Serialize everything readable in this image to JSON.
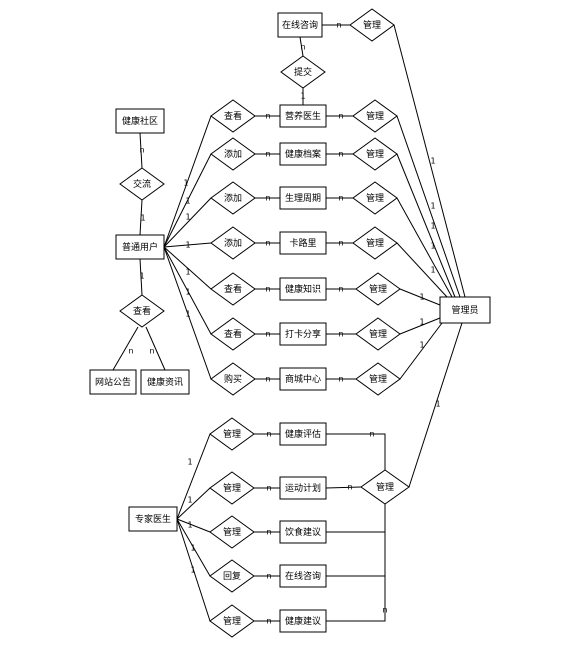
{
  "entities": {
    "online_consult_top": "在线咨询",
    "health_community": "健康社区",
    "nutritionist": "营养医生",
    "health_record": "健康档案",
    "physiological_cycle": "生理周期",
    "calorie": "卡路里",
    "health_knowledge": "健康知识",
    "checkin_share": "打卡分享",
    "mall_center": "商城中心",
    "normal_user": "普通用户",
    "administrator": "管理员",
    "site_notice": "网站公告",
    "health_info": "健康资讯",
    "health_assessment": "健康评估",
    "exercise_plan": "运动计划",
    "diet_advice": "饮食建议",
    "online_consult_bottom": "在线咨询",
    "health_advice": "健康建议",
    "expert_doctor": "专家医生"
  },
  "relations": {
    "manage": "管理",
    "submit": "提交",
    "exchange": "交流",
    "view": "查看",
    "add": "添加",
    "buy": "购买",
    "reply": "回复"
  },
  "cardinality": {
    "one": "1",
    "many": "n"
  }
}
